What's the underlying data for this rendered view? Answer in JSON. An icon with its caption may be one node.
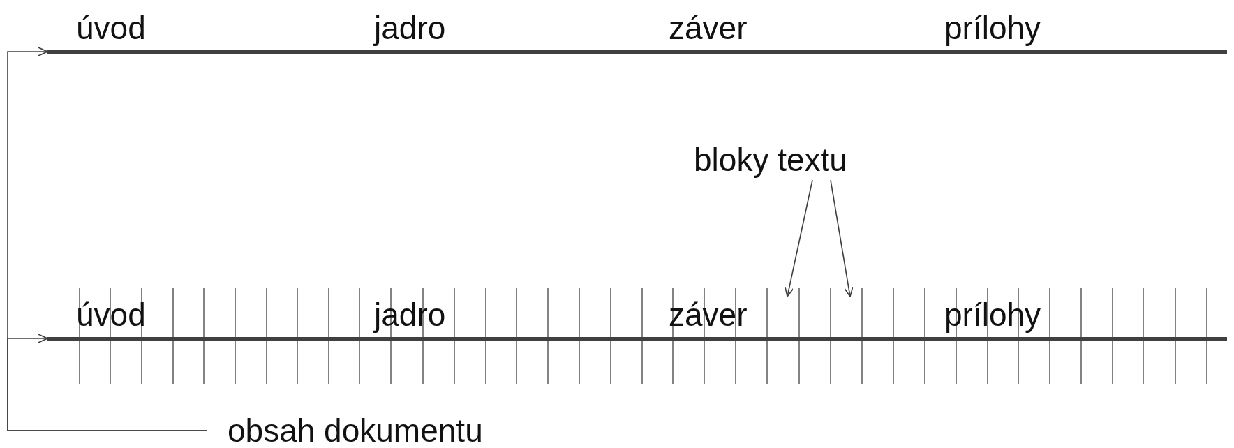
{
  "diagram": {
    "nodes": [
      {
        "text": [
          "úvod",
          "jadro",
          "záver",
          "prílohy"
        ]
      },
      {
        "text": [
          "úvod",
          "jadro",
          "záver",
          "prílohy"
        ]
      },
      {
        "text": [
          "obsah dokumentu"
        ]
      },
      {
        "text": [
          "bloky textu"
        ]
      }
    ],
    "edges": [
      {
        "from": 2,
        "to": 0,
        "arrow": "to"
      },
      {
        "from": 2,
        "to": 1,
        "arrow": "to"
      },
      {
        "from": 3,
        "to": 1,
        "arrow": "to"
      },
      {
        "from": 3,
        "to": 1,
        "arrow": "to"
      }
    ]
  }
}
